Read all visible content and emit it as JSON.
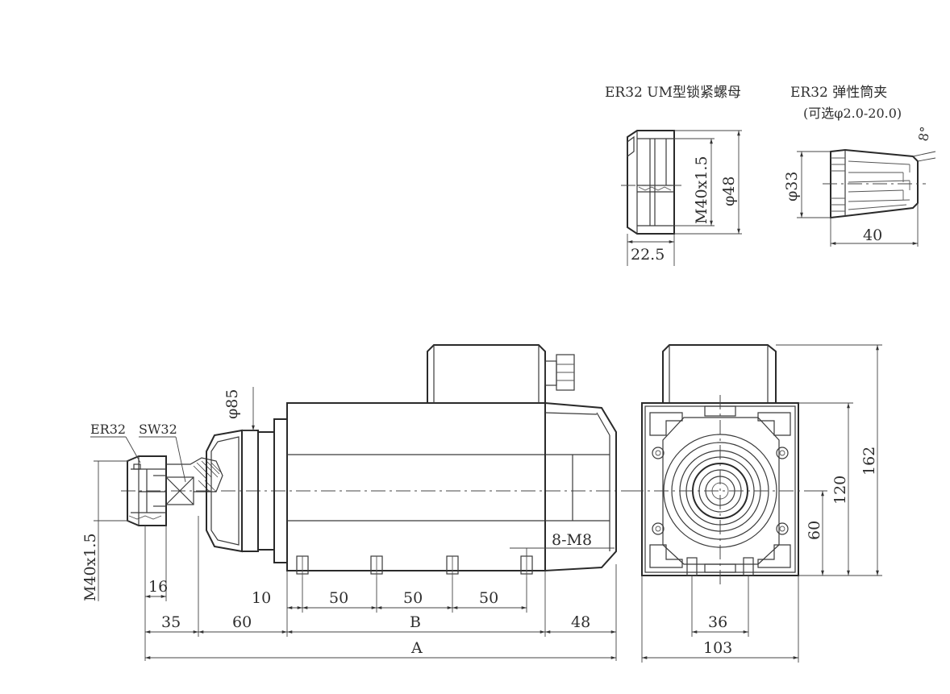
{
  "nut": {
    "title": "ER32 UM型锁紧螺母",
    "thread": "M40x1.5",
    "diameter": "φ48",
    "width": "22.5"
  },
  "collet": {
    "title": "ER32  弹性筒夹",
    "subtitle": "(可选φ2.0-20.0)",
    "angle": "8°",
    "diameter": "φ33",
    "length": "40"
  },
  "side_view": {
    "collet_label": "ER32",
    "wrench_label": "SW32",
    "flange_diameter": "φ85",
    "thread": "M40x1.5",
    "dim_16": "16",
    "dim_10": "10",
    "dim_50a": "50",
    "dim_50b": "50",
    "dim_50c": "50",
    "dim_35": "35",
    "dim_60": "60",
    "dim_b": "B",
    "dim_48": "48",
    "dim_a": "A",
    "mount_holes": "8-M8"
  },
  "front_view": {
    "height": "162",
    "dim_120": "120",
    "dim_60": "60",
    "dim_36": "36",
    "width": "103"
  }
}
